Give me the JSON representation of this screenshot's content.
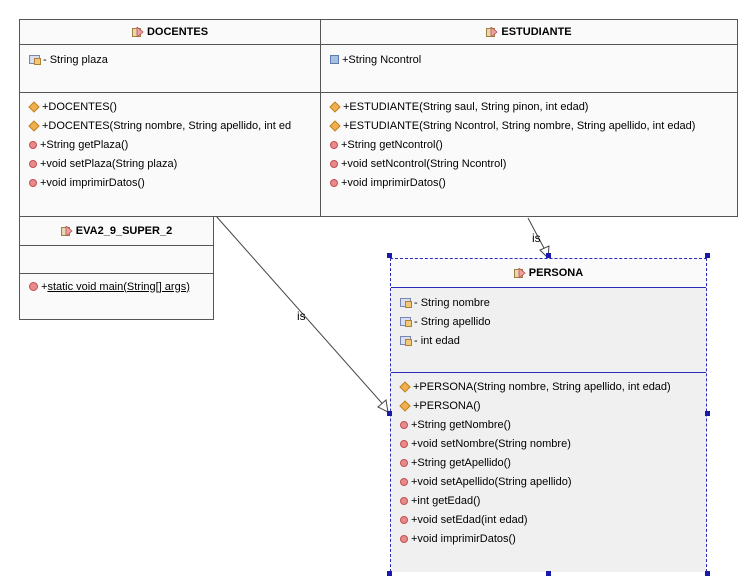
{
  "classes": {
    "docentes": {
      "name": "DOCENTES",
      "fields": [
        "- String plaza"
      ],
      "methods": [
        {
          "kind": "ctor",
          "text": "+DOCENTES()"
        },
        {
          "kind": "ctor",
          "text": "+DOCENTES(String nombre, String apellido, int ed"
        },
        {
          "kind": "method",
          "text": "+String getPlaza()"
        },
        {
          "kind": "method",
          "text": "+void setPlaza(String plaza)"
        },
        {
          "kind": "method",
          "text": "+void imprimirDatos()"
        }
      ]
    },
    "estudiante": {
      "name": "ESTUDIANTE",
      "fields": [
        "+String Ncontrol"
      ],
      "methods": [
        {
          "kind": "ctor",
          "text": "+ESTUDIANTE(String saul, String pinon, int edad)"
        },
        {
          "kind": "ctor",
          "text": "+ESTUDIANTE(String Ncontrol, String nombre, String apellido, int edad)"
        },
        {
          "kind": "method",
          "text": "+String getNcontrol()"
        },
        {
          "kind": "method",
          "text": "+void setNcontrol(String Ncontrol)"
        },
        {
          "kind": "method",
          "text": "+void imprimirDatos()"
        }
      ]
    },
    "eva": {
      "name": "EVA2_9_SUPER_2",
      "main_prefix": "+",
      "main": "static void main(String[] args)"
    },
    "persona": {
      "name": "PERSONA",
      "fields": [
        "- String nombre",
        "- String apellido",
        "- int edad"
      ],
      "methods": [
        {
          "kind": "ctor",
          "text": "+PERSONA(String nombre, String apellido, int edad)"
        },
        {
          "kind": "ctor",
          "text": "+PERSONA()"
        },
        {
          "kind": "method",
          "text": "+String getNombre()"
        },
        {
          "kind": "method",
          "text": "+void setNombre(String nombre)"
        },
        {
          "kind": "method",
          "text": "+String getApellido()"
        },
        {
          "kind": "method",
          "text": "+void setApellido(String apellido)"
        },
        {
          "kind": "method",
          "text": "+int getEdad()"
        },
        {
          "kind": "method",
          "text": "+void setEdad(int edad)"
        },
        {
          "kind": "method",
          "text": "+void imprimirDatos()"
        }
      ]
    }
  },
  "relations": {
    "docentes_persona": "is",
    "estudiante_persona": "is"
  },
  "colors": {
    "selection": "#2a2ab8",
    "border": "#555555",
    "box_fill": "#fafafa"
  }
}
